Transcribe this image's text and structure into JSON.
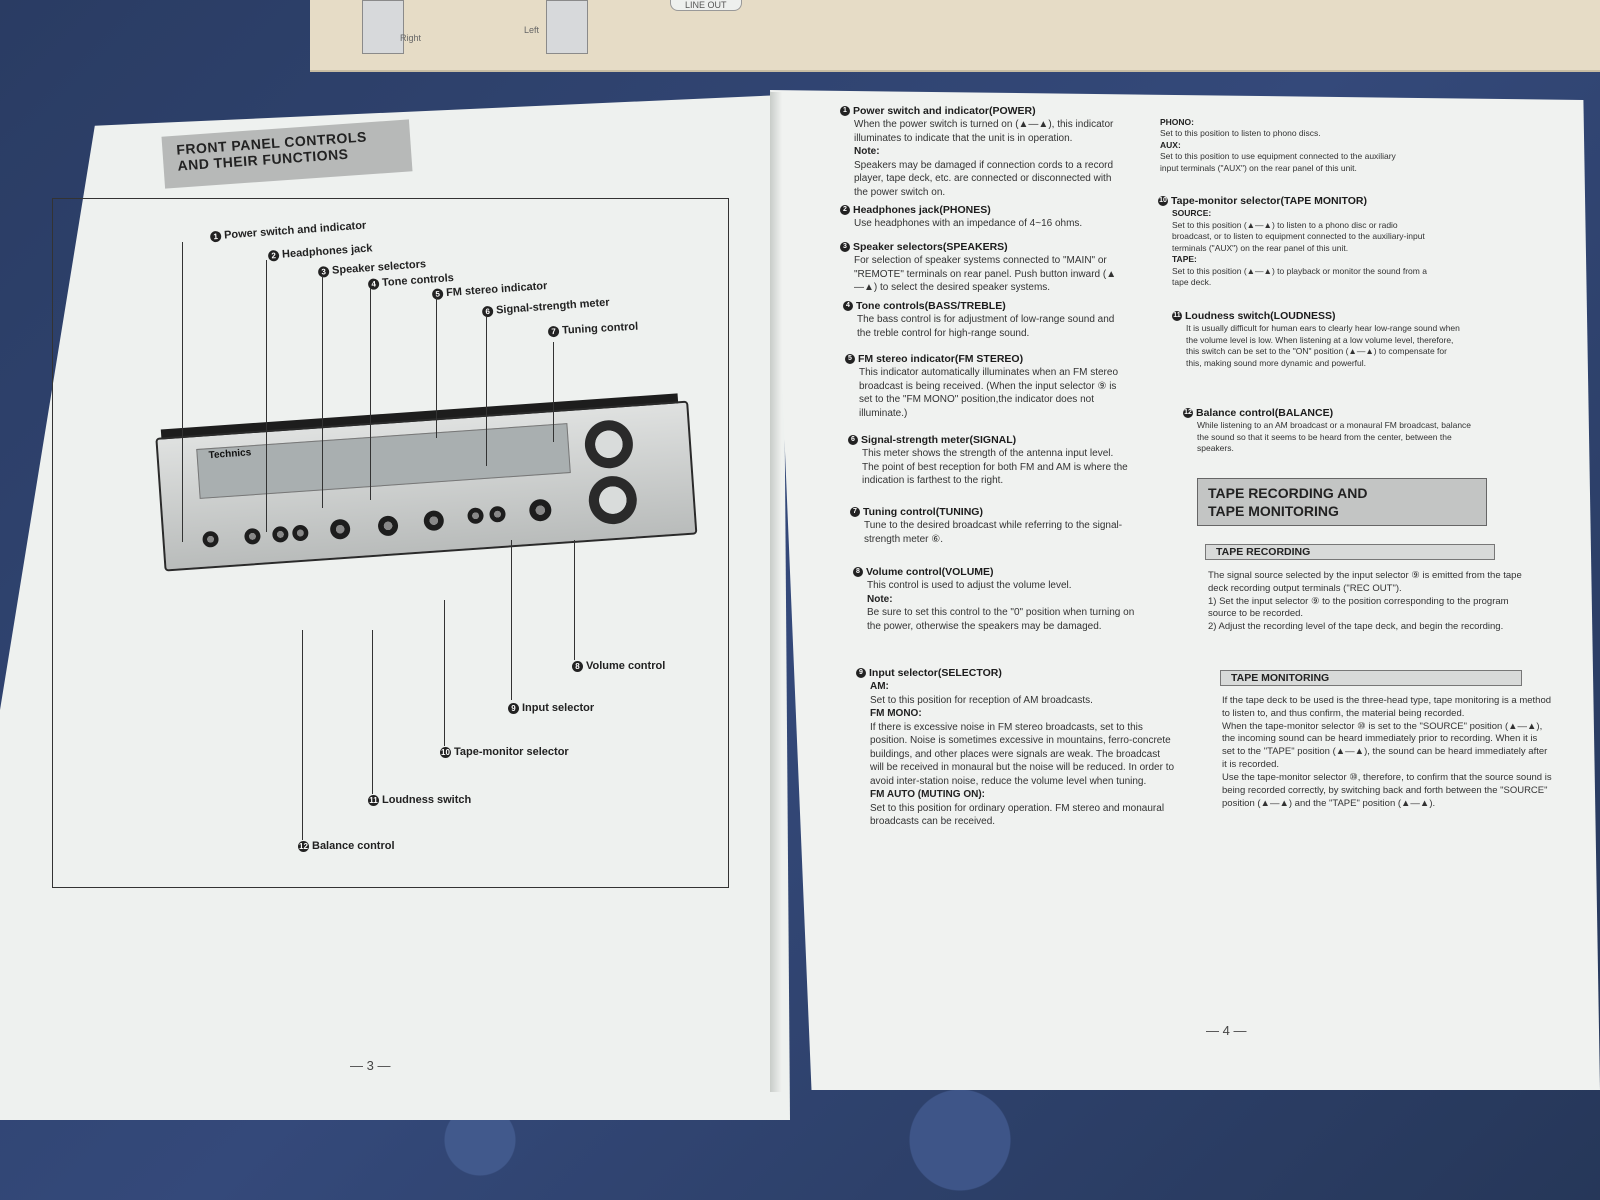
{
  "top_sheet": {
    "label_right": "Right",
    "label_left": "Left",
    "line_out": "LINE OUT"
  },
  "left_page": {
    "heading_line1": "FRONT PANEL CONTROLS",
    "heading_line2": "AND THEIR FUNCTIONS",
    "receiver_brand": "Technics",
    "callouts": [
      {
        "num": "1",
        "label": "Power switch and indicator"
      },
      {
        "num": "2",
        "label": "Headphones jack"
      },
      {
        "num": "3",
        "label": "Speaker selectors"
      },
      {
        "num": "4",
        "label": "Tone controls"
      },
      {
        "num": "5",
        "label": "FM stereo indicator"
      },
      {
        "num": "6",
        "label": "Signal-strength meter"
      },
      {
        "num": "7",
        "label": "Tuning control"
      },
      {
        "num": "8",
        "label": "Volume control"
      },
      {
        "num": "9",
        "label": "Input selector"
      },
      {
        "num": "10",
        "label": "Tape-monitor selector"
      },
      {
        "num": "11",
        "label": "Loudness switch"
      },
      {
        "num": "12",
        "label": "Balance control"
      }
    ],
    "page_number": "— 3 —"
  },
  "right_page": {
    "col1": [
      {
        "num": "1",
        "title": "Power switch and indicator(POWER)",
        "body": "When the power switch is turned on (▲—▲), this indicator illuminates to indicate that the unit is in operation.",
        "note_label": "Note:",
        "note": "Speakers may be damaged if connection cords to a record player, tape deck, etc. are connected or disconnected with the power switch on."
      },
      {
        "num": "2",
        "title": "Headphones jack(PHONES)",
        "body": "Use headphones with an impedance of 4~16 ohms."
      },
      {
        "num": "3",
        "title": "Speaker selectors(SPEAKERS)",
        "body": "For selection of speaker systems connected to \"MAIN\" or \"REMOTE\" terminals on rear panel. Push button inward (▲—▲) to select the desired speaker systems."
      },
      {
        "num": "4",
        "title": "Tone controls(BASS/TREBLE)",
        "body": "The bass control is for adjustment of low-range sound and the treble control for high-range sound."
      },
      {
        "num": "5",
        "title": "FM stereo indicator(FM STEREO)",
        "body": "This indicator automatically illuminates when an FM stereo broadcast is being received. (When the input selector ⑨ is set to the \"FM MONO\" position,the indicator does not illuminate.)"
      },
      {
        "num": "6",
        "title": "Signal-strength meter(SIGNAL)",
        "body": "This meter shows the strength of the antenna input level. The point of best reception for both FM and AM is where the indication is farthest to the right."
      },
      {
        "num": "7",
        "title": "Tuning control(TUNING)",
        "body": "Tune to the desired broadcast while referring to the signal-strength meter ⑥."
      },
      {
        "num": "8",
        "title": "Volume control(VOLUME)",
        "body": "This control is used to adjust the volume level.",
        "note_label": "Note:",
        "note": "Be sure to set this control to the \"0\" position when turning on the power, otherwise the speakers may be damaged."
      },
      {
        "num": "9",
        "title": "Input selector(SELECTOR)",
        "am_label": "AM:",
        "am": "Set to this position for reception of AM broadcasts.",
        "fmmono_label": "FM MONO:",
        "fmmono": "If there is excessive noise in FM stereo broadcasts, set to this position. Noise is sometimes excessive in mountains, ferro-concrete buildings, and other places were signals are weak. The broadcast will be received in monaural but the noise will be reduced. In order to avoid inter-station noise, reduce the volume level when tuning.",
        "fmauto_label": "FM AUTO (MUTING ON):",
        "fmauto": "Set to this position for ordinary operation. FM stereo and monaural broadcasts can be received."
      }
    ],
    "col2": {
      "phono_label": "PHONO:",
      "phono": "Set to this position to listen to phono discs.",
      "aux_label": "AUX:",
      "aux": "Set to this position to use equipment connected to the auxiliary input terminals (\"AUX\") on the rear panel of this unit.",
      "tm_num": "10",
      "tm_title": "Tape-monitor selector(TAPE MONITOR)",
      "source_label": "SOURCE:",
      "source": "Set to this position (▲—▲) to listen to a phono disc or radio broadcast, or to listen to equipment connected to the auxiliary-input terminals (\"AUX\") on the rear panel of this unit.",
      "tape_label": "TAPE:",
      "tape": "Set to this position (▲—▲) to playback or monitor the sound from a tape deck.",
      "loud_num": "11",
      "loud_title": "Loudness switch(LOUDNESS)",
      "loud": "It is usually difficult for human ears to clearly hear low-range sound when the volume level is low. When listening at a low volume level, therefore, this switch can be set to the \"ON\" position (▲—▲) to compensate for this, making sound more dynamic and powerful.",
      "bal_num": "12",
      "bal_title": "Balance control(BALANCE)",
      "bal": "While listening to an AM broadcast or a monaural FM broadcast, balance the sound so that it seems to be heard from the center, between the speakers.",
      "tape_heading_line1": "TAPE RECORDING AND",
      "tape_heading_line2": "TAPE MONITORING",
      "rec_head": "TAPE RECORDING",
      "rec_body": "The signal source selected by the input selector ⑨ is emitted from the tape deck recording output terminals (\"REC OUT\").",
      "rec_step1": "1) Set the input selector ⑨ to the position corresponding to the program source to be recorded.",
      "rec_step2": "2) Adjust the recording level of the tape deck, and begin the recording.",
      "mon_head": "TAPE MONITORING",
      "mon_body1": "If the tape deck to be used is the three-head type, tape monitoring is a method to listen to, and thus confirm, the material being recorded.",
      "mon_body2": "When the tape-monitor selector ⑩ is set to the \"SOURCE\" position (▲—▲), the incoming sound can be heard immediately prior to recording. When it is set to the \"TAPE\" position (▲—▲), the sound can be heard immediately after it is recorded.",
      "mon_body3": "Use the tape-monitor selector ⑩, therefore, to confirm that the source sound is being recorded correctly, by switching back and forth between the \"SOURCE\" position (▲—▲) and the \"TAPE\" position (▲—▲)."
    },
    "page_number": "— 4 —"
  }
}
